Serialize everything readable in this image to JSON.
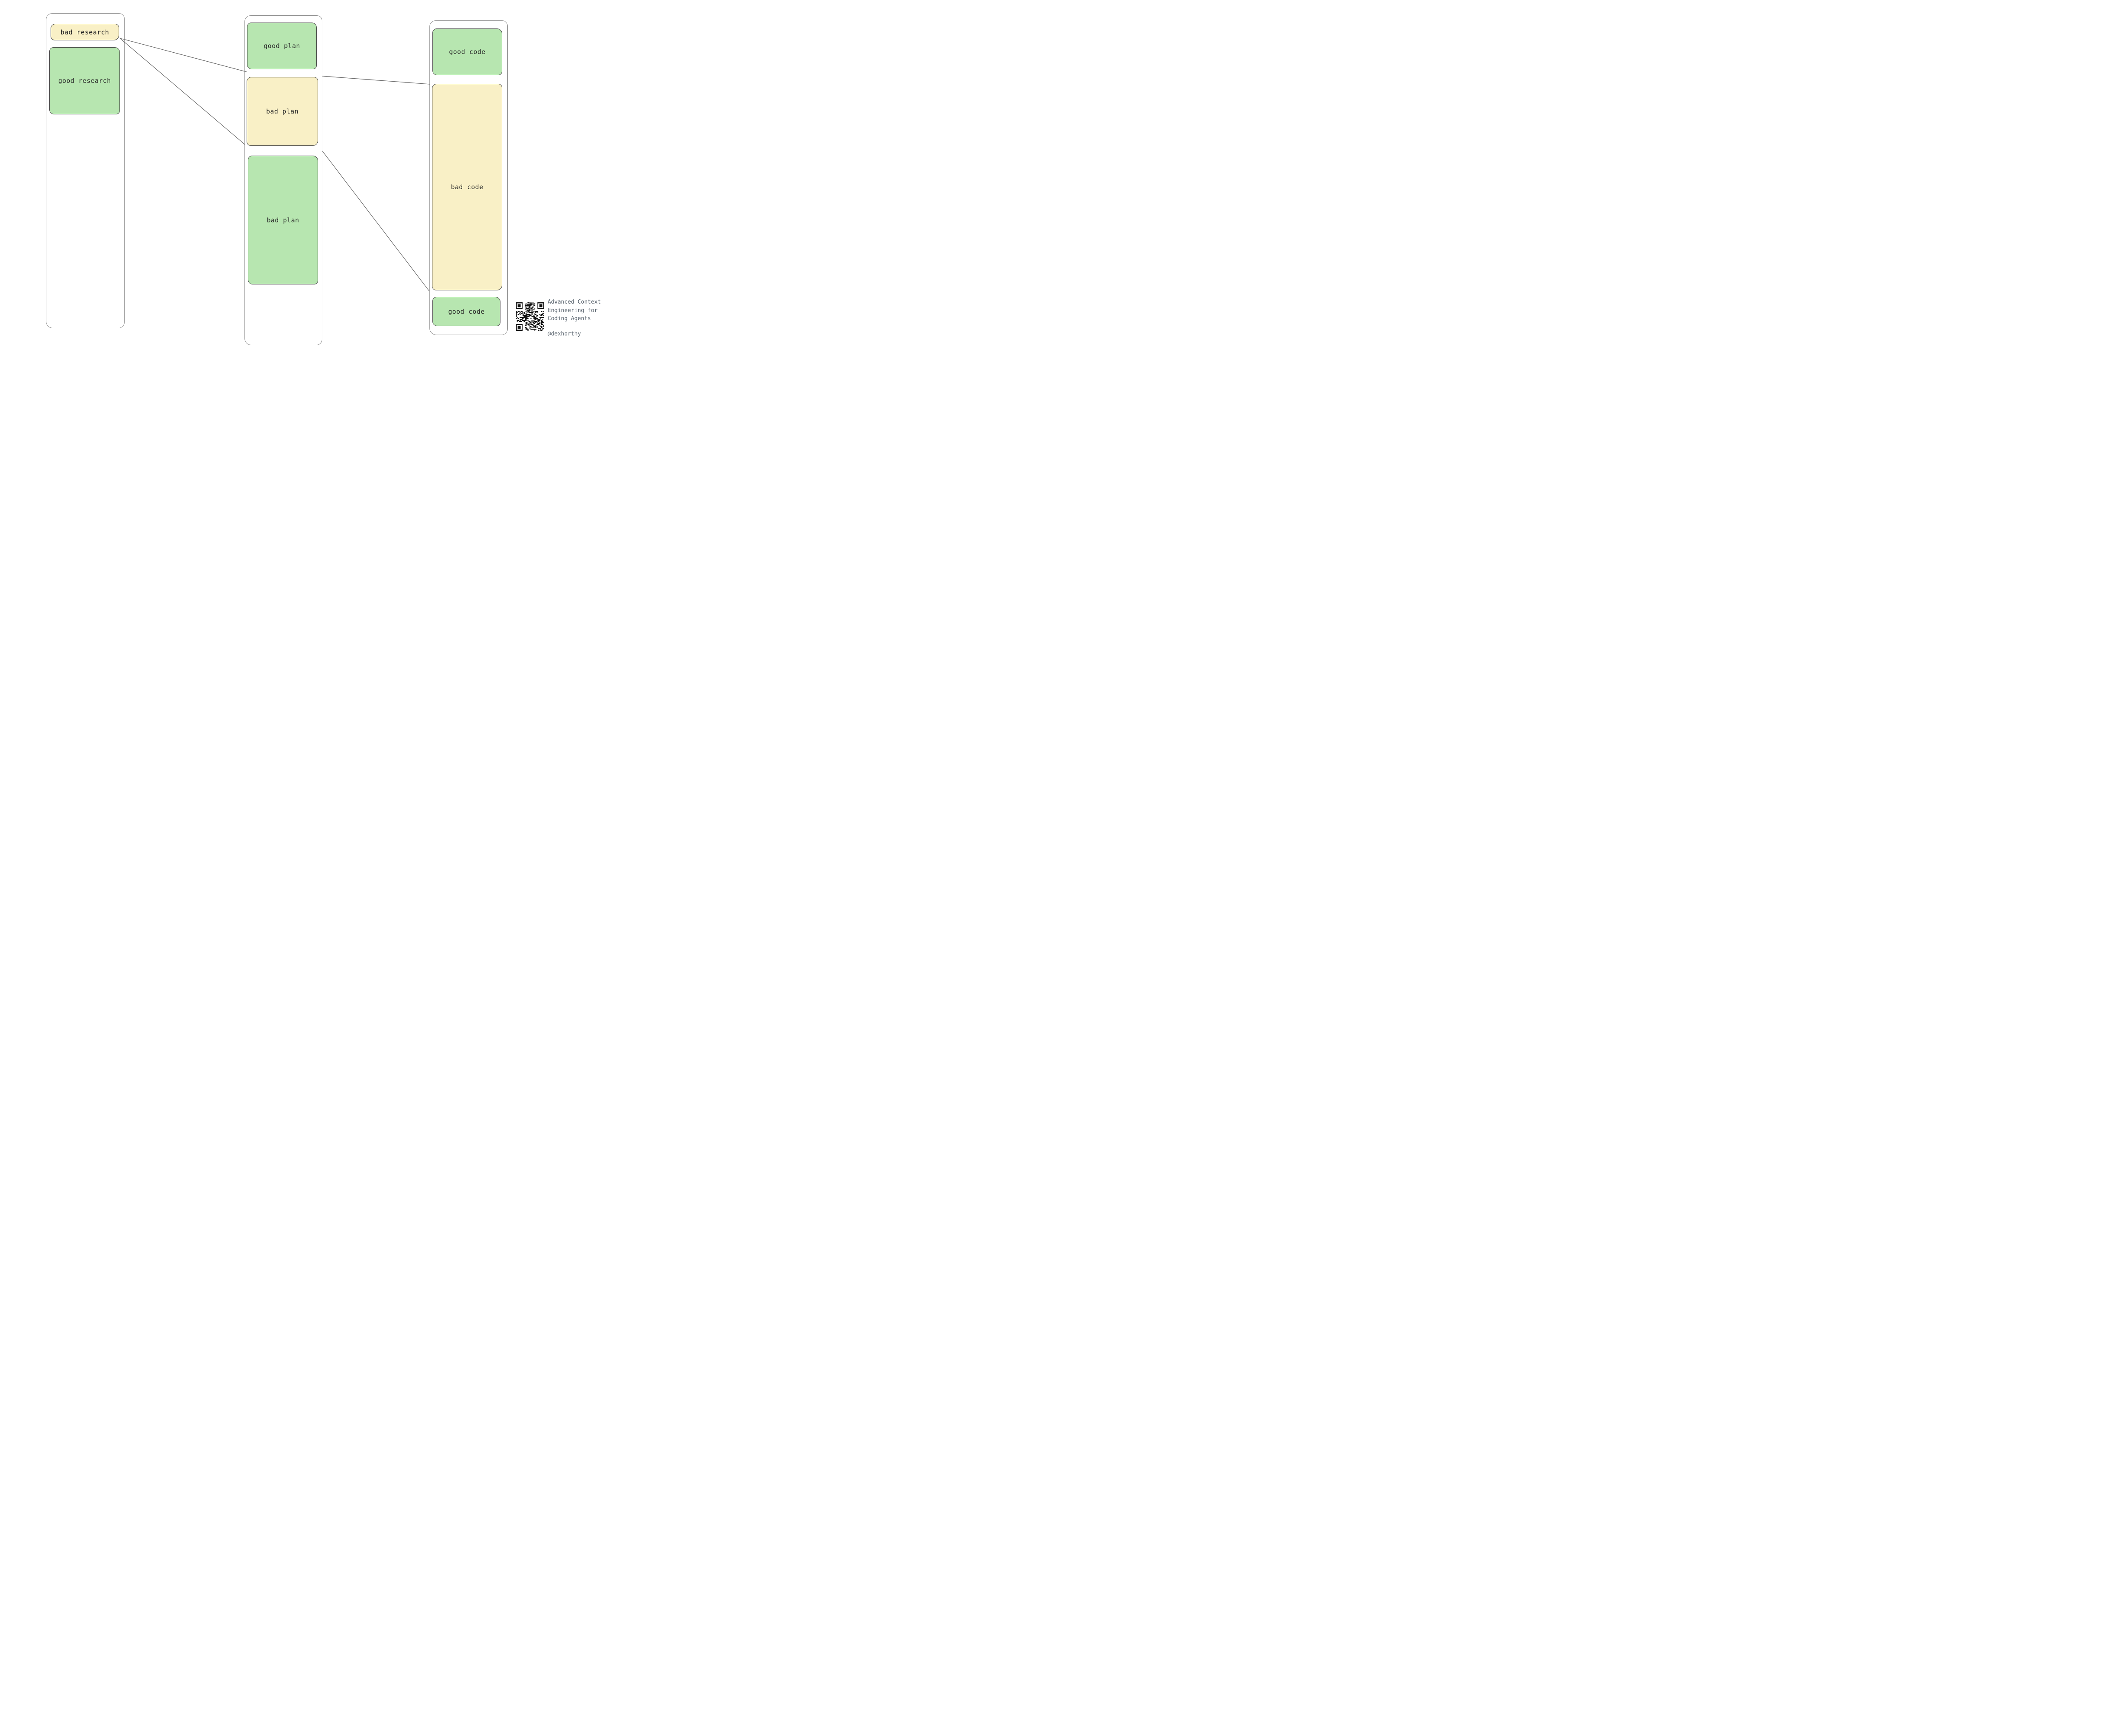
{
  "colors": {
    "good_fill": "#b7e6b0",
    "bad_fill": "#f9f0c6",
    "box_border": "#434343",
    "container_border": "#8f8f8f",
    "edge_line": "#6b6b6b",
    "label_text": "#262626",
    "footer_text": "#5d6771",
    "qr_dark": "#121212"
  },
  "diagram": {
    "columns": [
      {
        "id": "research",
        "boxes": [
          {
            "label": "bad research",
            "kind": "bad"
          },
          {
            "label": "good research",
            "kind": "good"
          }
        ]
      },
      {
        "id": "plan",
        "boxes": [
          {
            "label": "good plan",
            "kind": "good"
          },
          {
            "label": "bad plan",
            "kind": "bad"
          },
          {
            "label": "bad plan",
            "kind": "good"
          }
        ]
      },
      {
        "id": "code",
        "boxes": [
          {
            "label": "good code",
            "kind": "good"
          },
          {
            "label": "bad code",
            "kind": "bad"
          },
          {
            "label": "good code",
            "kind": "good"
          }
        ]
      }
    ],
    "edges": [
      {
        "from": "bad research",
        "to": "bad plan (top edge)"
      },
      {
        "from": "bad research",
        "to": "bad plan (bottom edge)"
      },
      {
        "from": "bad plan",
        "to": "bad code (top edge)"
      },
      {
        "from": "bad plan",
        "to": "bad code (bottom edge)"
      }
    ]
  },
  "footer": {
    "title": "Advanced Context Engineering for Coding Agents",
    "handle": "@dexhorthy"
  }
}
